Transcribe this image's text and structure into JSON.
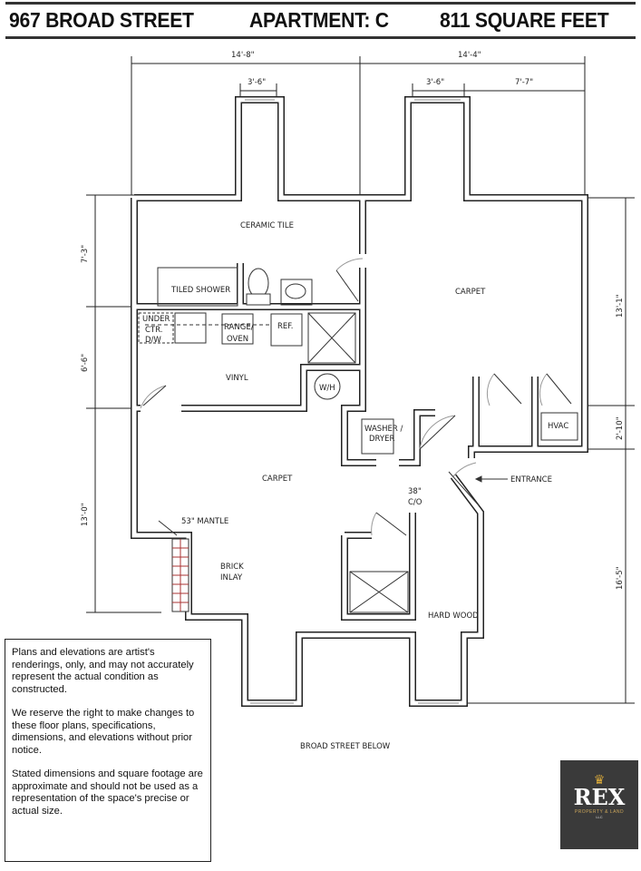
{
  "header": {
    "address": "967 BROAD STREET",
    "apartment": "APARTMENT: C",
    "area": "811 SQUARE FEET"
  },
  "dimensions": {
    "top_left": "14'-8\"",
    "top_right": "14'-4\"",
    "window_left": "3'-6\"",
    "window_right": "3'-6\"",
    "right_segment": "7'-7\"",
    "left_1": "7'-3\"",
    "left_2": "6'-6\"",
    "left_3": "13'-0\"",
    "right_1": "13'-1\"",
    "right_2": "2'-10\"",
    "right_3": "16'-5\""
  },
  "rooms": {
    "ceramic_tile": "CERAMIC TILE",
    "tiled_shower": "TILED SHOWER",
    "carpet_bedroom": "CARPET",
    "under_ctr": "UNDER",
    "ctr": "CTR.",
    "dw": "D/W",
    "range": "RANGE/",
    "oven": "OVEN",
    "ref": "REF.",
    "vinyl": "VINYL",
    "wh": "W/H",
    "washer": "WASHER /",
    "dryer": "DRYER",
    "hvac": "HVAC",
    "entrance": "ENTRANCE",
    "carpet_living": "CARPET",
    "co_size": "38\"",
    "co": "C/O",
    "mantle": "53\" MANTLE",
    "brick": "BRICK",
    "inlay": "INLAY",
    "hardwood": "HARD WOOD"
  },
  "street_label": "BROAD STREET BELOW",
  "disclaimer": [
    "Plans and elevations are artist's renderings, only, and may not accurately represent the actual condition as constructed.",
    "We reserve the right to make changes to these floor plans, specifications, dimensions, and elevations without prior notice.",
    "Stated dimensions and square footage are approximate and should not be used as a representation of the space's precise or actual size."
  ],
  "logo": {
    "name": "REX",
    "sub": "PROPERTY & LAND",
    "llc": "LLC"
  }
}
